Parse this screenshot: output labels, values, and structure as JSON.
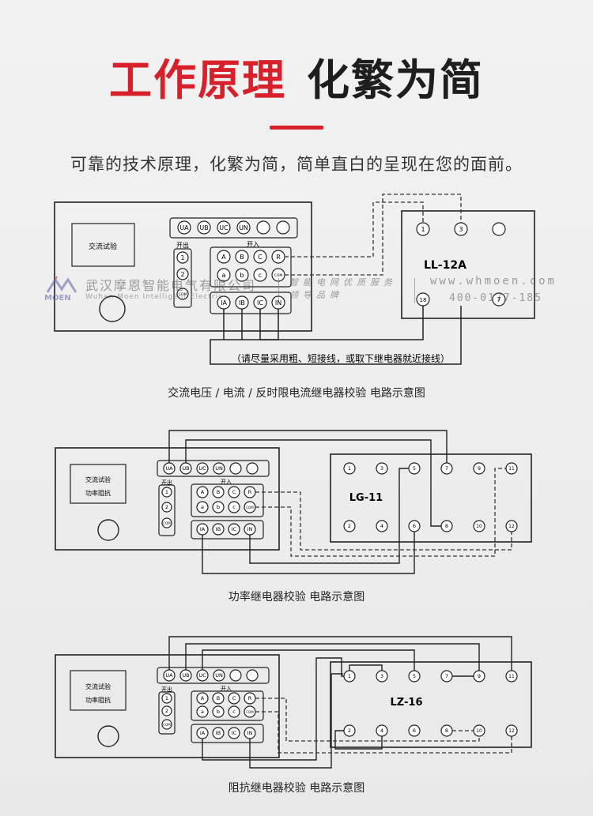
{
  "header": {
    "title_red": "工作原理",
    "title_dark": "化繁为简",
    "subtitle": "可靠的技术原理，化繁为简，简单直白的呈现在您的面前。"
  },
  "watermark": {
    "company_cn": "武汉摩恩智能电气有限公司",
    "company_en": "Wuhan Moen Intelligent Electric",
    "logo_text": "MOEN",
    "slogan": "智能电网优质服务领导品牌",
    "website": "www.whmoen.com",
    "phone": "400-0177-185"
  },
  "tester": {
    "screen_label": "交流试验",
    "screen_label2": "功率阻抗",
    "voltage_terminals": [
      "UA",
      "UB",
      "UC",
      "UN"
    ],
    "kaichu_label": "开出",
    "kairu_label": "开入",
    "kaichu_terminals": [
      "1",
      "2",
      "COM"
    ],
    "kairu_upper": [
      "A",
      "B",
      "C",
      "R"
    ],
    "kairu_lower": [
      "a",
      "b",
      "c",
      "COM"
    ],
    "current_terminals": [
      "IA",
      "IB",
      "IC",
      "IN"
    ]
  },
  "diagram1": {
    "relay_model": "LL-12A",
    "relay_pins_top": [
      "1",
      "3"
    ],
    "relay_pins_bottom": [
      "18",
      "7"
    ],
    "note": "（请尽量采用粗、短接线，或取下继电器就近接线）",
    "caption": "交流电压 / 电流 / 反时限电流继电器校验 电路示意图"
  },
  "diagram2": {
    "relay_model": "LG-11",
    "relay_pins_top": [
      "1",
      "3",
      "5",
      "7",
      "9",
      "11"
    ],
    "relay_pins_bottom": [
      "2",
      "4",
      "6",
      "8",
      "10",
      "12"
    ],
    "caption": "功率继电器校验 电路示意图"
  },
  "diagram3": {
    "relay_model": "LZ-16",
    "relay_pins_top": [
      "1",
      "3",
      "5",
      "7",
      "9",
      "11"
    ],
    "relay_pins_bottom": [
      "2",
      "4",
      "6",
      "8",
      "10",
      "12"
    ],
    "caption": "阻抗继电器校验 电路示意图"
  }
}
